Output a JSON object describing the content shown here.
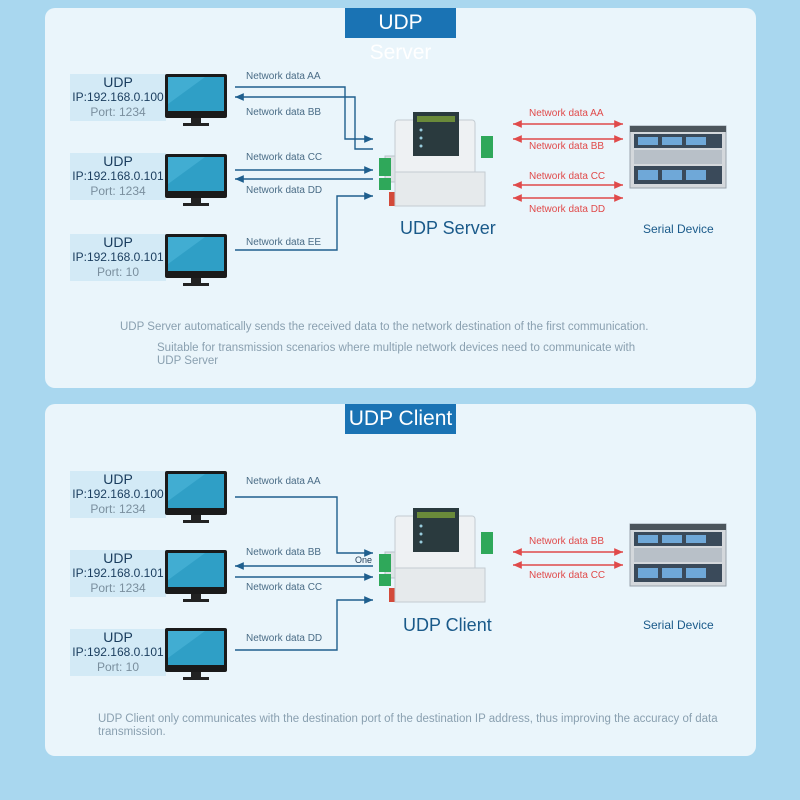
{
  "server": {
    "title": "UDP Server",
    "device_label": "UDP Server",
    "serial_label": "Serial Device",
    "hosts": [
      {
        "name": "UDP",
        "ip": "IP:192.168.0.100",
        "port": "Port: 1234"
      },
      {
        "name": "UDP",
        "ip": "IP:192.168.0.101",
        "port": "Port: 1234"
      },
      {
        "name": "UDP",
        "ip": "IP:192.168.0.101",
        "port": "Port: 10"
      }
    ],
    "net_labels": [
      "Network data AA",
      "Network data BB",
      "Network data CC",
      "Network data DD",
      "Network data EE"
    ],
    "serial_labels": [
      "Network data AA",
      "Network data BB",
      "Network data CC",
      "Network data DD"
    ],
    "note1": "UDP Server automatically sends the received data to the network destination of the first communication.",
    "note2": "Suitable for transmission scenarios where multiple network devices need to communicate with UDP Server"
  },
  "client": {
    "title": "UDP Client",
    "device_label": "UDP Client",
    "serial_label": "Serial Device",
    "one_label": "One",
    "hosts": [
      {
        "name": "UDP",
        "ip": "IP:192.168.0.100",
        "port": "Port: 1234"
      },
      {
        "name": "UDP",
        "ip": "IP:192.168.0.101",
        "port": "Port: 1234"
      },
      {
        "name": "UDP",
        "ip": "IP:192.168.0.101",
        "port": "Port: 10"
      }
    ],
    "net_labels": [
      "Network data AA",
      "Network data BB",
      "Network data CC",
      "Network data DD"
    ],
    "serial_labels": [
      "Network data BB",
      "Network data CC"
    ],
    "note": "UDP Client only communicates with the destination port of the destination IP address, thus improving the accuracy of data transmission."
  },
  "colors": {
    "line": "#1f5f8e",
    "red": "#e04a4a",
    "accent": "#1a73b4"
  }
}
